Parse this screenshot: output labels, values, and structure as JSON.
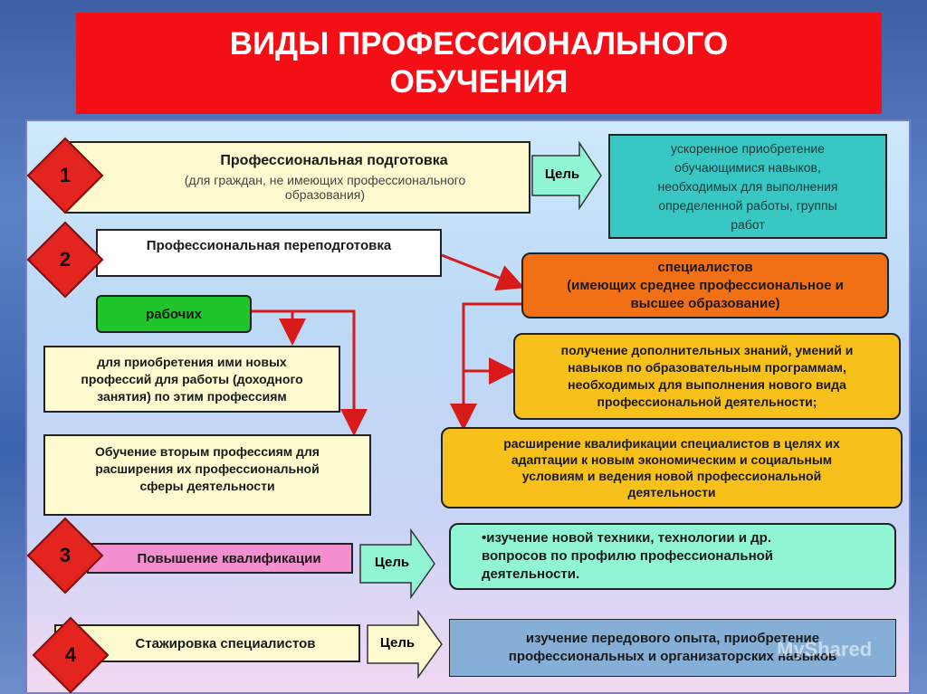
{
  "title": {
    "line1": "ВИДЫ ПРОФЕССИОНАЛЬНОГО",
    "line2": "ОБУЧЕНИЯ"
  },
  "items": [
    {
      "number": "1",
      "title": "Профессиональная подготовка",
      "note_line1": "(для граждан, не имеющих профессионального",
      "note_line2": "образования)",
      "target_label": "Цель",
      "goal": [
        "ускоренное приобретение",
        "обучающимися навыков,",
        "необходимых для выполнения",
        "определенной работы, группы",
        "работ"
      ]
    },
    {
      "number": "2",
      "title": "Профессиональная переподготовка"
    },
    {
      "number": "3",
      "title": "Повышение квалификации",
      "target_label": "Цель",
      "goal": [
        "•изучение новой техники, технологии и др.",
        "вопросов по профилю профессиональной",
        "деятельности."
      ]
    },
    {
      "number": "4",
      "title": "Стажировка специалистов",
      "target_label": "Цель",
      "goal": [
        "изучение передового опыта, приобретение",
        "профессиональных и организаторских навыков"
      ]
    }
  ],
  "retraining": {
    "workers_label": "рабочих",
    "workers_goal1": [
      "для приобретения ими новых",
      "профессий для работы (доходного",
      "занятия) по этим профессиям"
    ],
    "workers_goal2": [
      "Обучение вторым профессиям для",
      "расширения их профессиональной",
      "сферы деятельности"
    ],
    "specialists_label": [
      "специалистов",
      "(имеющих среднее профессиональное и",
      "высшее образование)"
    ],
    "specialists_goal1": [
      "получение дополнительных знаний, умений и",
      "навыков по образовательным программам,",
      "необходимых для выполнения нового вида",
      "профессиональной деятельности;"
    ],
    "specialists_goal2": [
      "расширение квалификации специалистов в целях их",
      "адаптации к новым экономическим и социальным",
      "условиям и ведения новой профессиональной",
      "деятельности"
    ]
  },
  "watermark": "MyShared",
  "colors": {
    "title_bg": "#f40f17",
    "diamond": "#e3241f",
    "cream": "#fdfbcf",
    "teal": "#38c7c3",
    "mint": "#8ff5d5",
    "orange": "#f27015",
    "gold": "#f8c01a",
    "green": "#20c52b",
    "pink": "#f48fcf",
    "steel": "#85afd7",
    "arrow_red": "#d81a1a"
  }
}
